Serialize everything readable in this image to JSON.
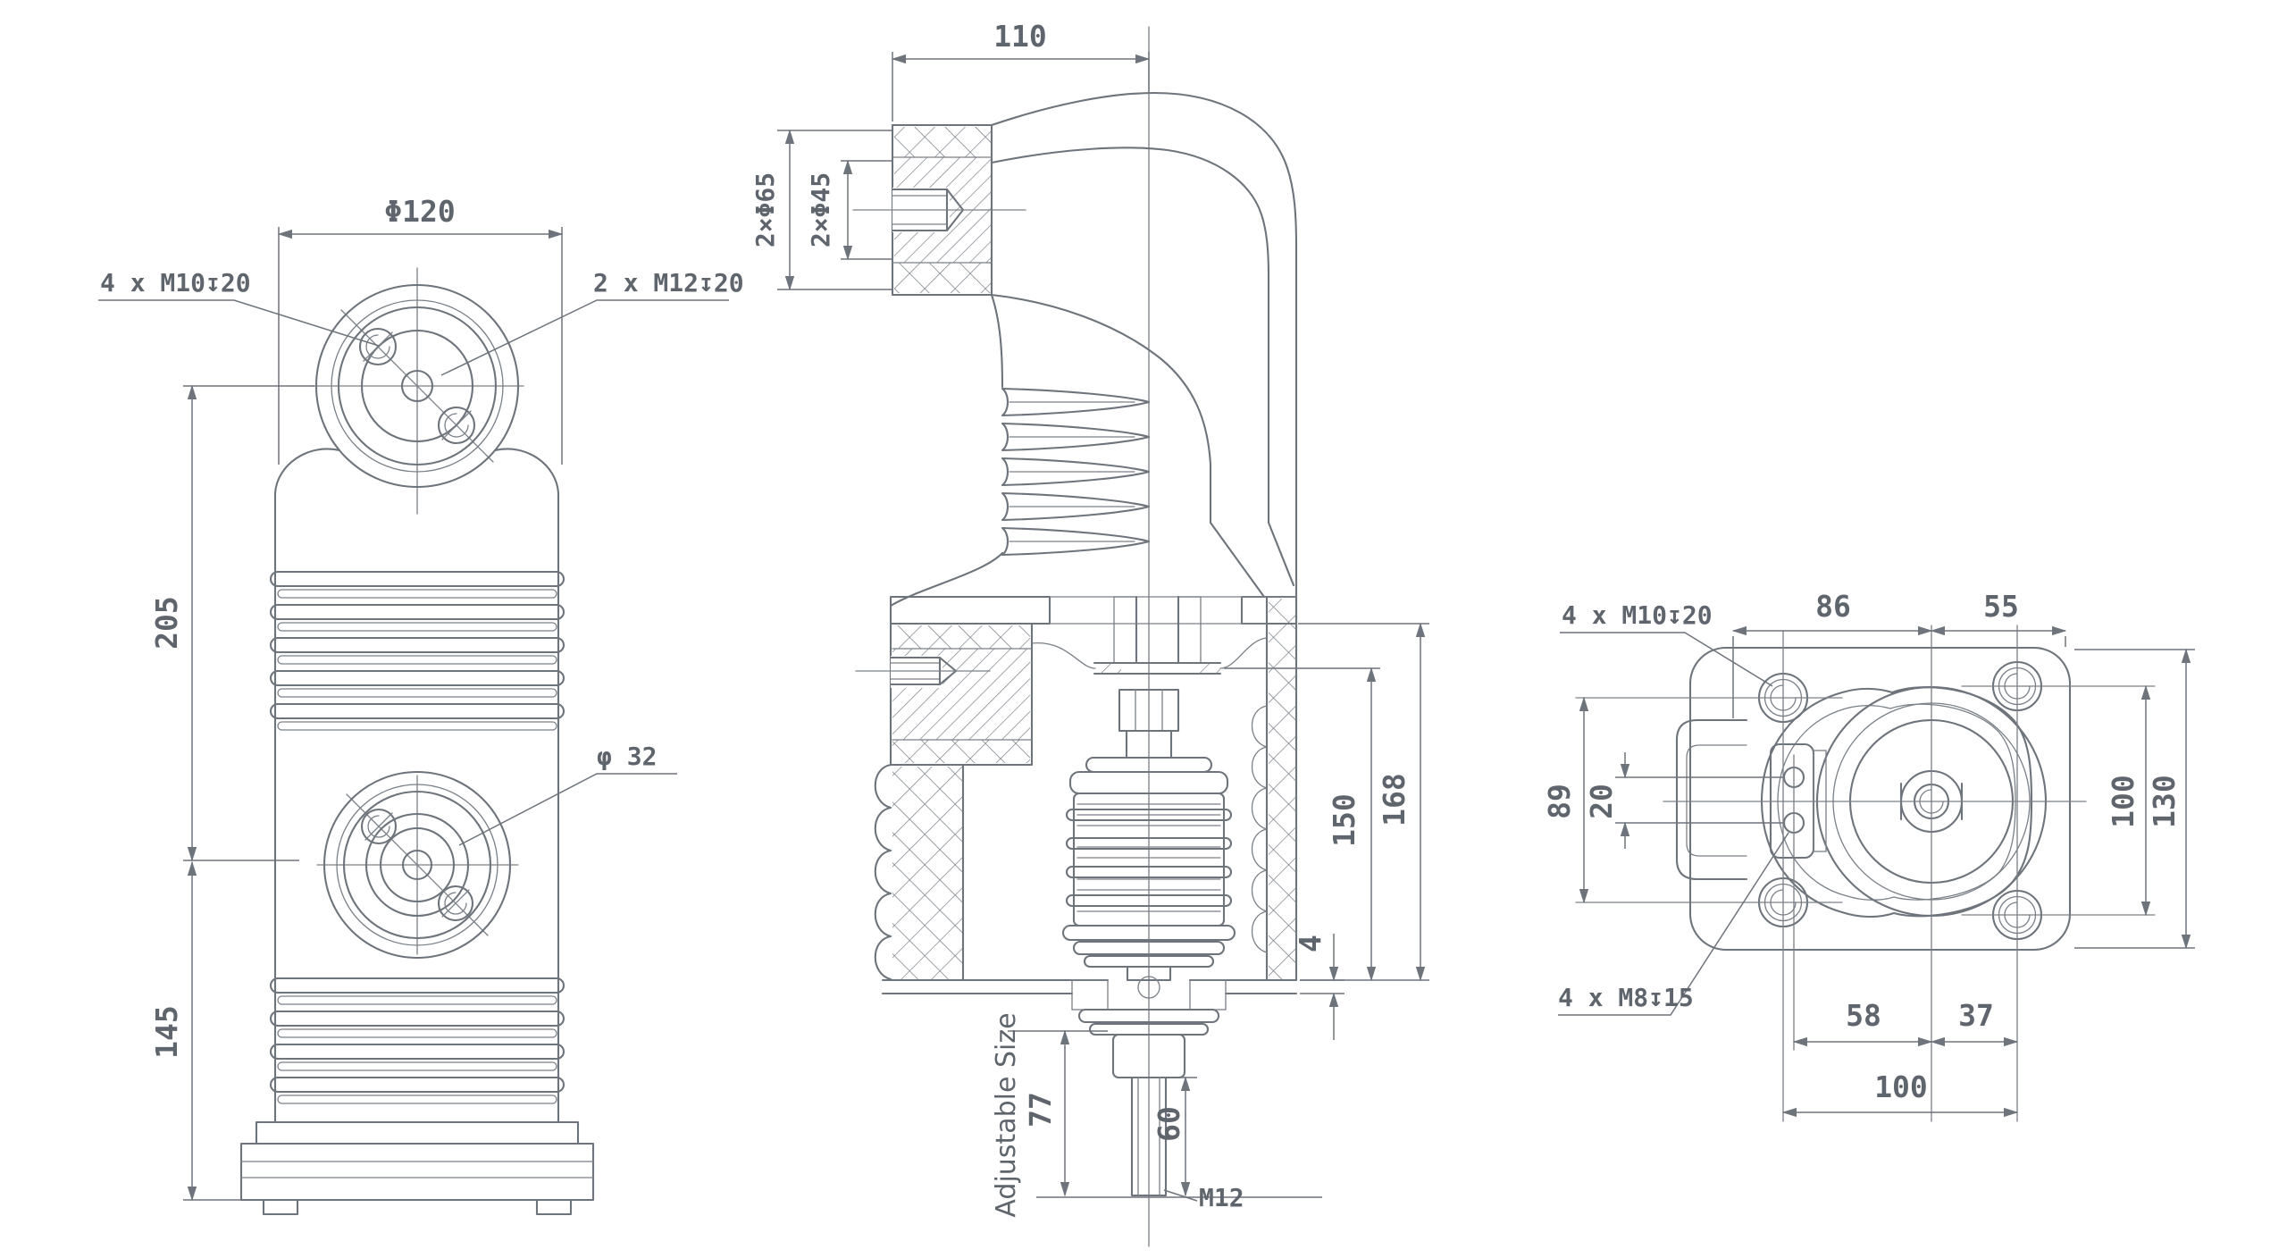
{
  "title": "Pole assembly engineering drawing, three views",
  "colors": {
    "line": "#6e747b",
    "text": "#5f656d",
    "background": "#ffffff"
  },
  "views": {
    "front": {
      "name": "front-view",
      "dims": {
        "dia_top": "Φ120",
        "thread_top": "4 x M10↧20",
        "thread_center": "2 x M12↧20",
        "height_upper": "205",
        "height_lower": "145",
        "dia_hole": "φ 32"
      }
    },
    "section": {
      "name": "section-view",
      "dims": {
        "width_top": "110",
        "dia_outer": "2×Φ65",
        "dia_inner": "2×Φ45",
        "height_inner": "150",
        "height_outer": "168",
        "plate_thickness": "4",
        "adjustable": "Adjustable Size",
        "stem_travel": "77",
        "stem_length": "60",
        "stem_thread": "M12"
      }
    },
    "bottom": {
      "name": "bottom-view",
      "dims": {
        "thread_corner": "4 x M10↧20",
        "width_left": "86",
        "width_right": "55",
        "bolt_span_left": "89",
        "hole_span": "20",
        "bolt_span_right": "100",
        "plate_height": "130",
        "thread_bracket": "4 x M8↧15",
        "offset_left": "58",
        "offset_right": "37",
        "bolt_span_bottom": "100"
      }
    }
  }
}
